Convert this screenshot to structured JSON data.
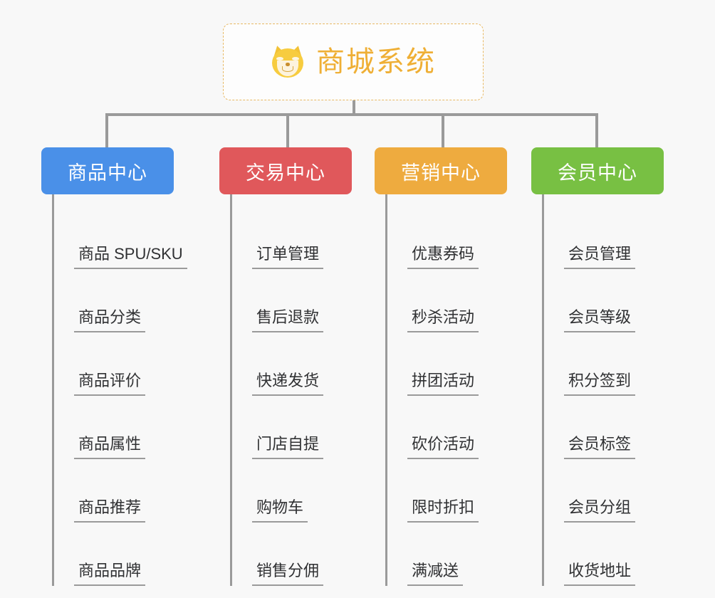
{
  "root": {
    "title": "商城系统",
    "icon": "shiba-dog-face-emoji",
    "title_color": "#efaf35",
    "border_color": "#e8b964"
  },
  "connector_color": "#9a9a9a",
  "background": "#f8f8f8",
  "categories": [
    {
      "id": "product-center",
      "label": "商品中心",
      "color": "#4a90e8",
      "items": [
        "商品 SPU/SKU",
        "商品分类",
        "商品评价",
        "商品属性",
        "商品推荐",
        "商品品牌"
      ]
    },
    {
      "id": "trade-center",
      "label": "交易中心",
      "color": "#e0585b",
      "items": [
        "订单管理",
        "售后退款",
        "快递发货",
        "门店自提",
        "购物车",
        "销售分佣"
      ]
    },
    {
      "id": "marketing-center",
      "label": "营销中心",
      "color": "#eeab3f",
      "items": [
        "优惠券码",
        "秒杀活动",
        "拼团活动",
        "砍价活动",
        "限时折扣",
        "满减送"
      ]
    },
    {
      "id": "member-center",
      "label": "会员中心",
      "color": "#78c043",
      "items": [
        "会员管理",
        "会员等级",
        "积分签到",
        "会员标签",
        "会员分组",
        "收货地址"
      ]
    }
  ]
}
